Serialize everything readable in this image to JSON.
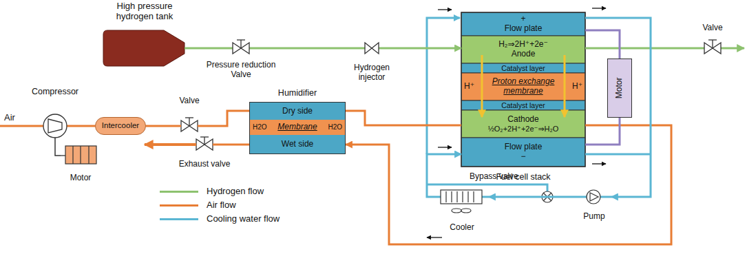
{
  "diagram": {
    "nodes": [
      {
        "text": [
          "High pressure hydrogen tank"
        ]
      },
      {
        "text": [
          "Pressure reduction Valve"
        ]
      },
      {
        "text": [
          "Hydrogen injector"
        ]
      },
      {
        "text": [
          "Fuel cell stack"
        ]
      },
      {
        "text": [
          "+",
          "Flow plate"
        ],
        "in": 3
      },
      {
        "text": [
          "H₂⇒2H⁺+2e⁻",
          "Anode"
        ],
        "in": 3
      },
      {
        "text": [
          "Catalyst layer"
        ],
        "in": 3
      },
      {
        "text": [
          "H⁺",
          "Proton exchange membrane",
          "H⁺"
        ],
        "in": 3
      },
      {
        "text": [
          "Catalyst layer"
        ],
        "in": 3
      },
      {
        "text": [
          "Cathode",
          "½O₂+2H⁺+2e⁻⇒H₂O"
        ],
        "in": 3
      },
      {
        "text": [
          "Flow plate",
          "−"
        ],
        "in": 3
      },
      {
        "text": [
          "Motor"
        ]
      },
      {
        "text": [
          "Valve"
        ]
      },
      {
        "text": [
          "Compressor"
        ]
      },
      {
        "text": [
          "Intercooler"
        ]
      },
      {
        "text": [
          "Motor"
        ]
      },
      {
        "text": [
          "Valve"
        ]
      },
      {
        "text": [
          "Humidifier"
        ]
      },
      {
        "text": [
          "Dry side"
        ],
        "in": 17
      },
      {
        "text": [
          "H2O",
          "Membrane",
          "H2O"
        ],
        "in": 17
      },
      {
        "text": [
          "Wet side"
        ],
        "in": 17
      },
      {
        "text": [
          "Exhaust valve"
        ]
      },
      {
        "text": [
          "Cooler"
        ]
      },
      {
        "text": [
          "Pump"
        ]
      }
    ],
    "edges": [
      {
        "from": 0,
        "to": 1,
        "arrow": "none"
      },
      {
        "from": 1,
        "to": 2,
        "arrow": "none"
      },
      {
        "from": 2,
        "to": 5,
        "arrow": "to"
      },
      {
        "from": 5,
        "to": 12,
        "arrow": "none"
      },
      {
        "from": 13,
        "to": 14,
        "arrow": "none"
      },
      {
        "from": 13,
        "to": 15,
        "arrow": "none"
      },
      {
        "from": 14,
        "to": 16,
        "arrow": "none"
      },
      {
        "from": 16,
        "to": 18,
        "arrow": "none"
      },
      {
        "from": 18,
        "to": 9,
        "arrow": "none"
      },
      {
        "from": 9,
        "to": 20,
        "arrow": "to"
      },
      {
        "from": 20,
        "to": 21,
        "arrow": "none"
      },
      {
        "from": 4,
        "to": 11,
        "arrow": "none"
      },
      {
        "from": 10,
        "to": 11,
        "arrow": "none"
      },
      {
        "from": 4,
        "to": 23,
        "arrow": "to"
      },
      {
        "from": 23,
        "to": 22,
        "arrow": "to"
      },
      {
        "from": 22,
        "to": 10,
        "arrow": "to"
      }
    ],
    "labels": [
      "Air",
      "Bypass valve"
    ],
    "legend": [
      {
        "text": "Hydrogen flow",
        "color": "#8dc26f"
      },
      {
        "text": "Air flow",
        "color": "#e87d34"
      },
      {
        "text": "Cooling water flow",
        "color": "#5bb6d3"
      }
    ]
  }
}
